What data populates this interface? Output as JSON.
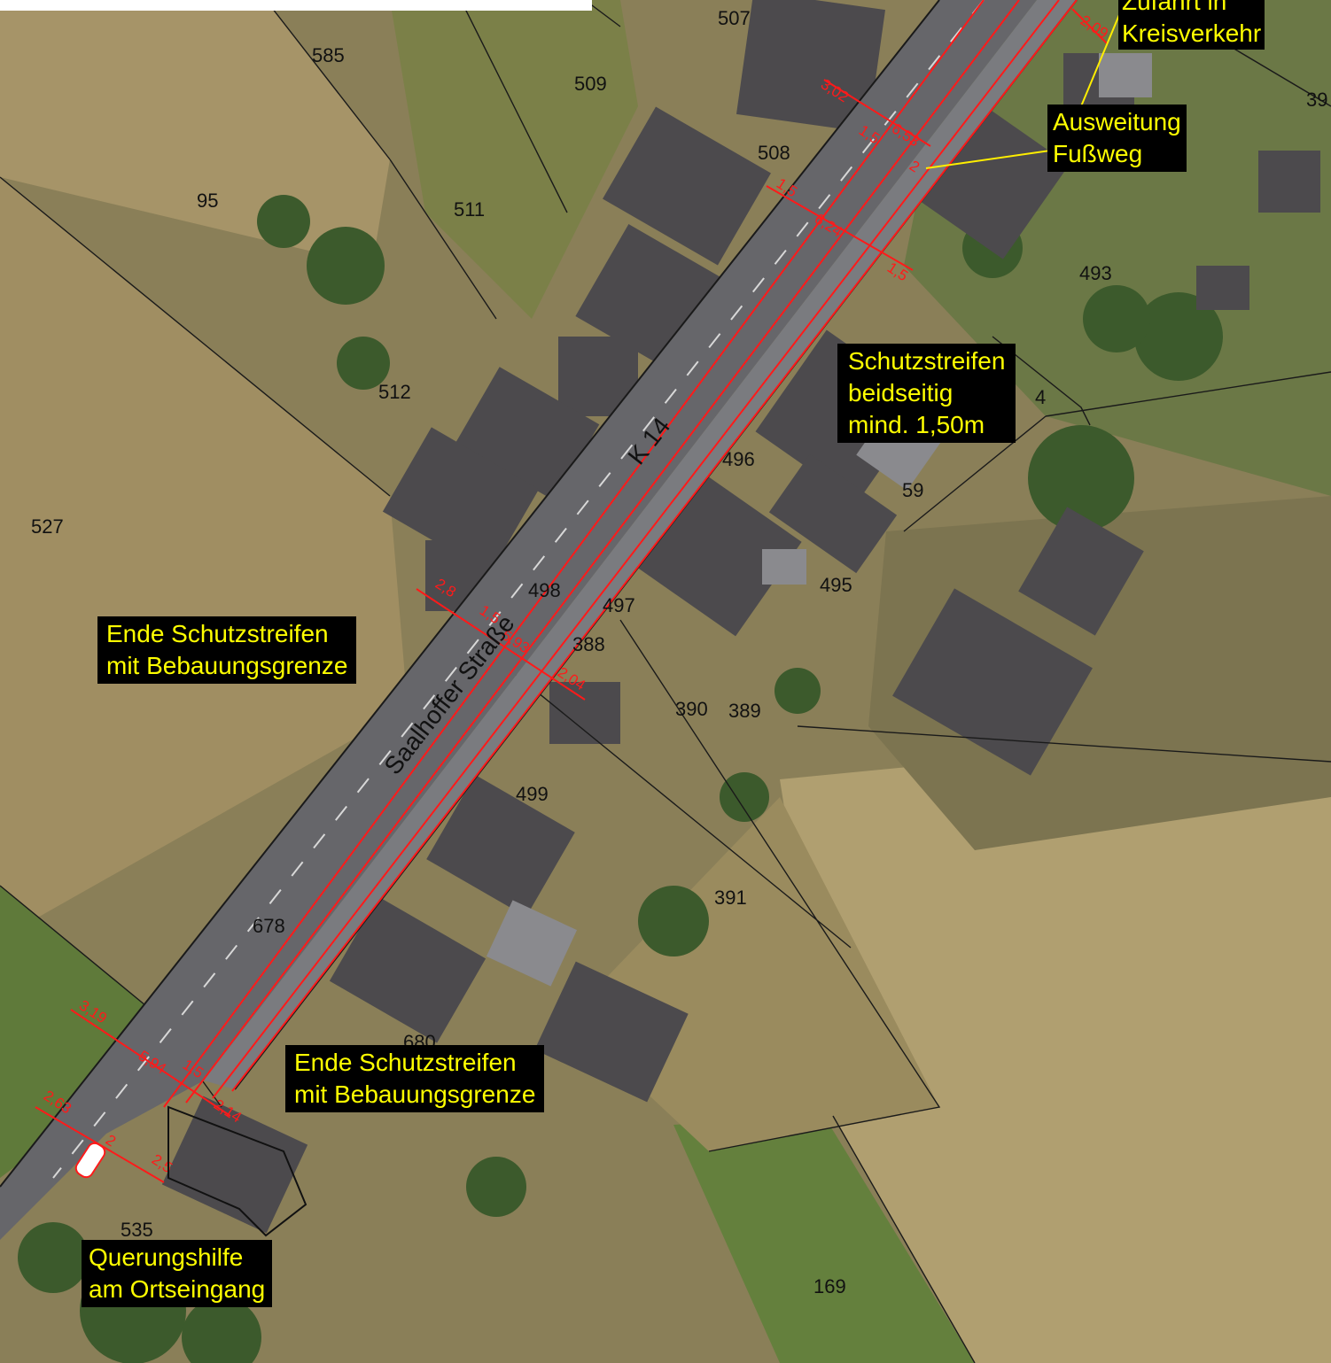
{
  "parcels": [
    {
      "id": "p507",
      "text": "507"
    },
    {
      "id": "p585",
      "text": "585"
    },
    {
      "id": "p509",
      "text": "509"
    },
    {
      "id": "p508",
      "text": "508"
    },
    {
      "id": "p95",
      "text": "95"
    },
    {
      "id": "p511",
      "text": "511"
    },
    {
      "id": "p493",
      "text": "493"
    },
    {
      "id": "p39",
      "text": "39"
    },
    {
      "id": "p512",
      "text": "512"
    },
    {
      "id": "p4",
      "text": "4"
    },
    {
      "id": "p496",
      "text": "496"
    },
    {
      "id": "p59",
      "text": "59"
    },
    {
      "id": "p527",
      "text": "527"
    },
    {
      "id": "p498",
      "text": "498"
    },
    {
      "id": "p495",
      "text": "495"
    },
    {
      "id": "p497",
      "text": "497"
    },
    {
      "id": "p388",
      "text": "388"
    },
    {
      "id": "p390",
      "text": "390"
    },
    {
      "id": "p389",
      "text": "389"
    },
    {
      "id": "p499",
      "text": "499"
    },
    {
      "id": "p391",
      "text": "391"
    },
    {
      "id": "p678",
      "text": "678"
    },
    {
      "id": "p680",
      "text": "680"
    },
    {
      "id": "p535",
      "text": "535"
    },
    {
      "id": "p169",
      "text": "169"
    }
  ],
  "callouts": {
    "zufahrt": {
      "line1": "Zufahrt in",
      "line2": "Kreisverkehr"
    },
    "ausweitung": {
      "line1": "Ausweitung",
      "line2": "Fußweg"
    },
    "schutzstreifen": {
      "line1": "Schutzstreifen",
      "line2": "beidseitig",
      "line3": "mind. 1,50m"
    },
    "ende_left": {
      "line1": "Ende Schutzstreifen",
      "line2": "mit Bebauungsgrenze"
    },
    "ende_bottom": {
      "line1": "Ende Schutzstreifen",
      "line2": "mit Bebauungsgrenze"
    },
    "querung": {
      "line1": "Querungshilfe",
      "line2": "am Ortseingang"
    }
  },
  "road": {
    "name": "Saalhoffer Straße",
    "number": "K 14"
  },
  "dimensions": {
    "top": [
      "3,02",
      "1,5",
      "6,53",
      "2",
      "1,5",
      "6,24",
      "1,5",
      "2,09"
    ],
    "middle": [
      "2,8",
      "1,5",
      "5,93",
      "2,04"
    ],
    "bottom": [
      "3,19",
      "5,94",
      "1,5",
      "2,14",
      "2,63",
      "2",
      "2,5"
    ]
  },
  "colors": {
    "callout_bg": "#000000",
    "callout_text": "#ffff00",
    "dimension": "#ff1a1a",
    "leader": "#ffee00"
  }
}
